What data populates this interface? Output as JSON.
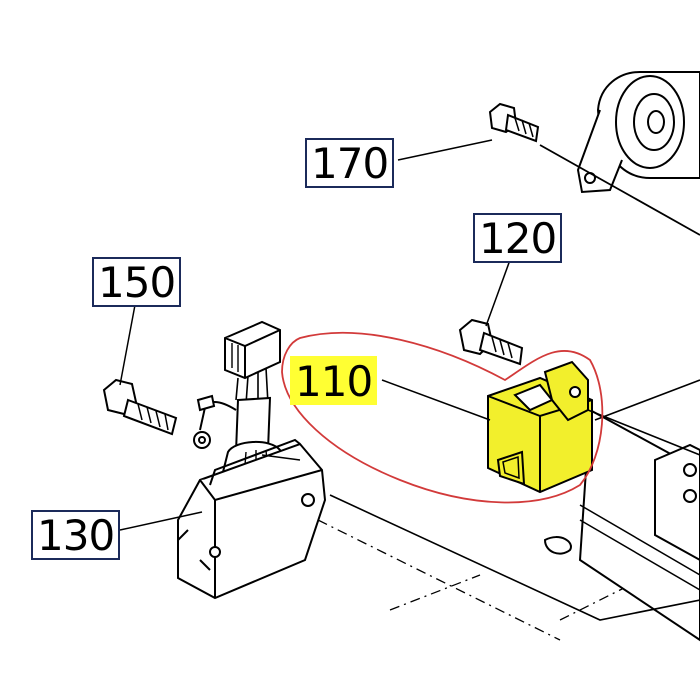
{
  "callouts": {
    "c170": "170",
    "c120": "120",
    "c150": "150",
    "c110": "110",
    "c130": "130"
  },
  "colors": {
    "highlight_fill": "#ffff33",
    "relay_fill": "#f2ef2c",
    "selection_ring": "#d23a3a",
    "line_art": "#000000"
  }
}
